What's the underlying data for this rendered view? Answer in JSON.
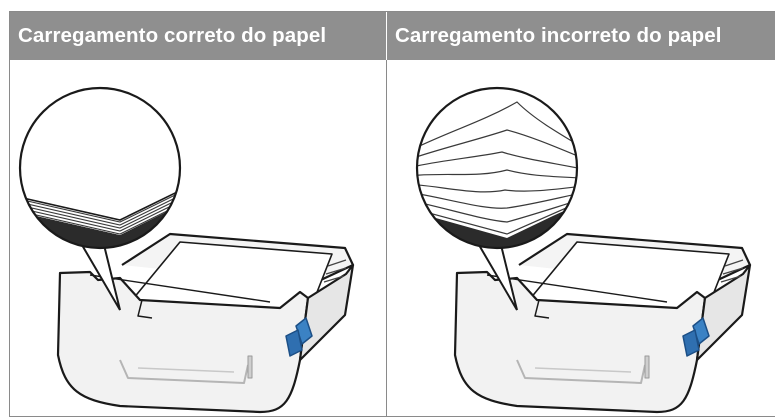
{
  "table": {
    "header_correct": "Carregamento correto do papel",
    "header_incorrect": "Carregamento incorreto do papel"
  },
  "illustrations": {
    "left": "paper-tray-correct-loading",
    "right": "paper-tray-incorrect-loading"
  }
}
